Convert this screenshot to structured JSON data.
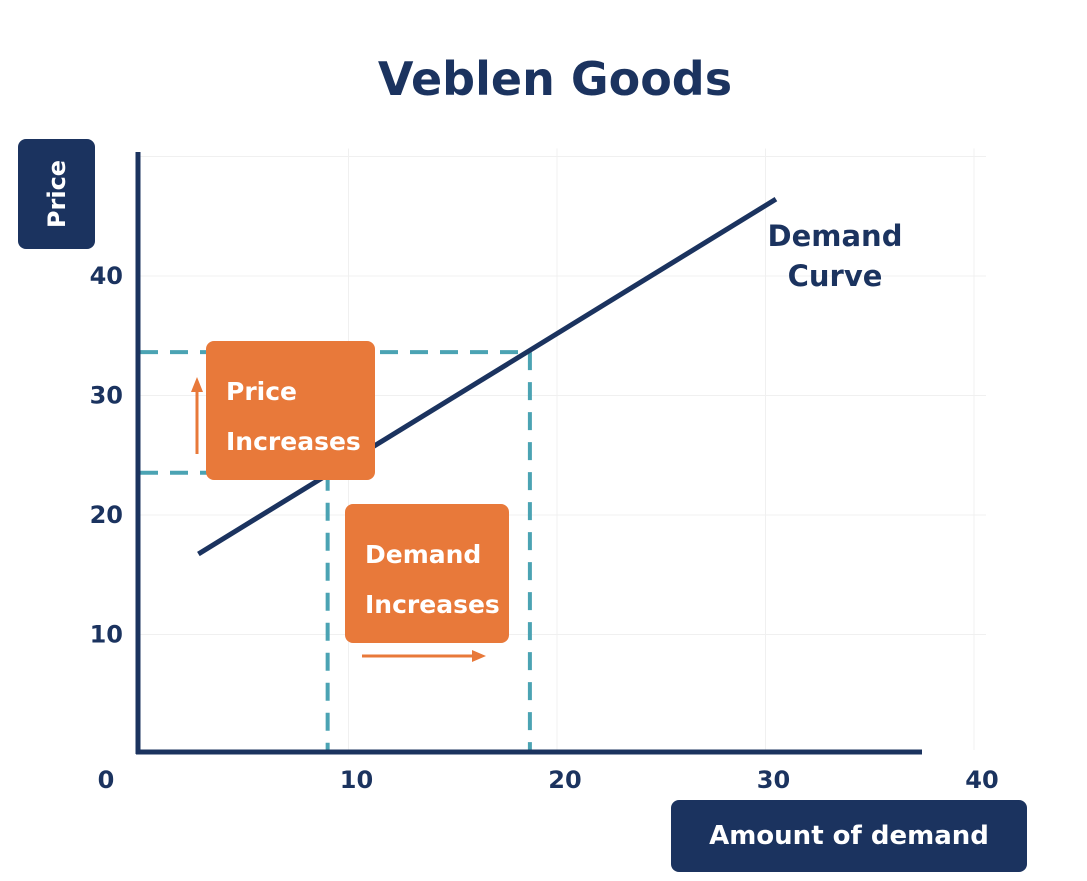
{
  "chart_data": {
    "type": "line",
    "title": "Veblen Goods",
    "xlabel": "Amount of demand",
    "ylabel": "Price",
    "xlim": [
      0,
      40
    ],
    "ylim": [
      0,
      50
    ],
    "x_ticks": [
      "0",
      "10",
      "20",
      "30",
      "40"
    ],
    "y_ticks": [
      "10",
      "20",
      "30",
      "40"
    ],
    "grid": true,
    "series": [
      {
        "name": "Demand Curve",
        "x": [
          2.8,
          30.5
        ],
        "y": [
          16.4,
          46.1
        ]
      }
    ],
    "reference_lines": {
      "horizontal": [
        23.2,
        33.3
      ],
      "vertical": [
        9.0,
        18.7
      ]
    },
    "annotations": [
      {
        "text_line1": "Price",
        "text_line2": "Increases",
        "arrow": "up"
      },
      {
        "text_line1": "Demand",
        "text_line2": "Increases",
        "arrow": "right"
      }
    ],
    "colors": {
      "axis": "#1b335f",
      "curve": "#1b335f",
      "dashed": "#4ba3b3",
      "annotation": "#e8793a",
      "grid": "#f0f0f0"
    }
  }
}
